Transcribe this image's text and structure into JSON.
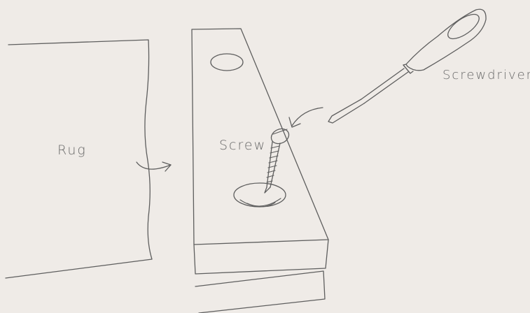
{
  "labels": {
    "rug": "Rug",
    "screw": "Screw",
    "screwdriver": "Screwdriver"
  },
  "colors": {
    "background": "#efebe7",
    "line": "#5e5e5e",
    "text": "#6a6a6a"
  }
}
